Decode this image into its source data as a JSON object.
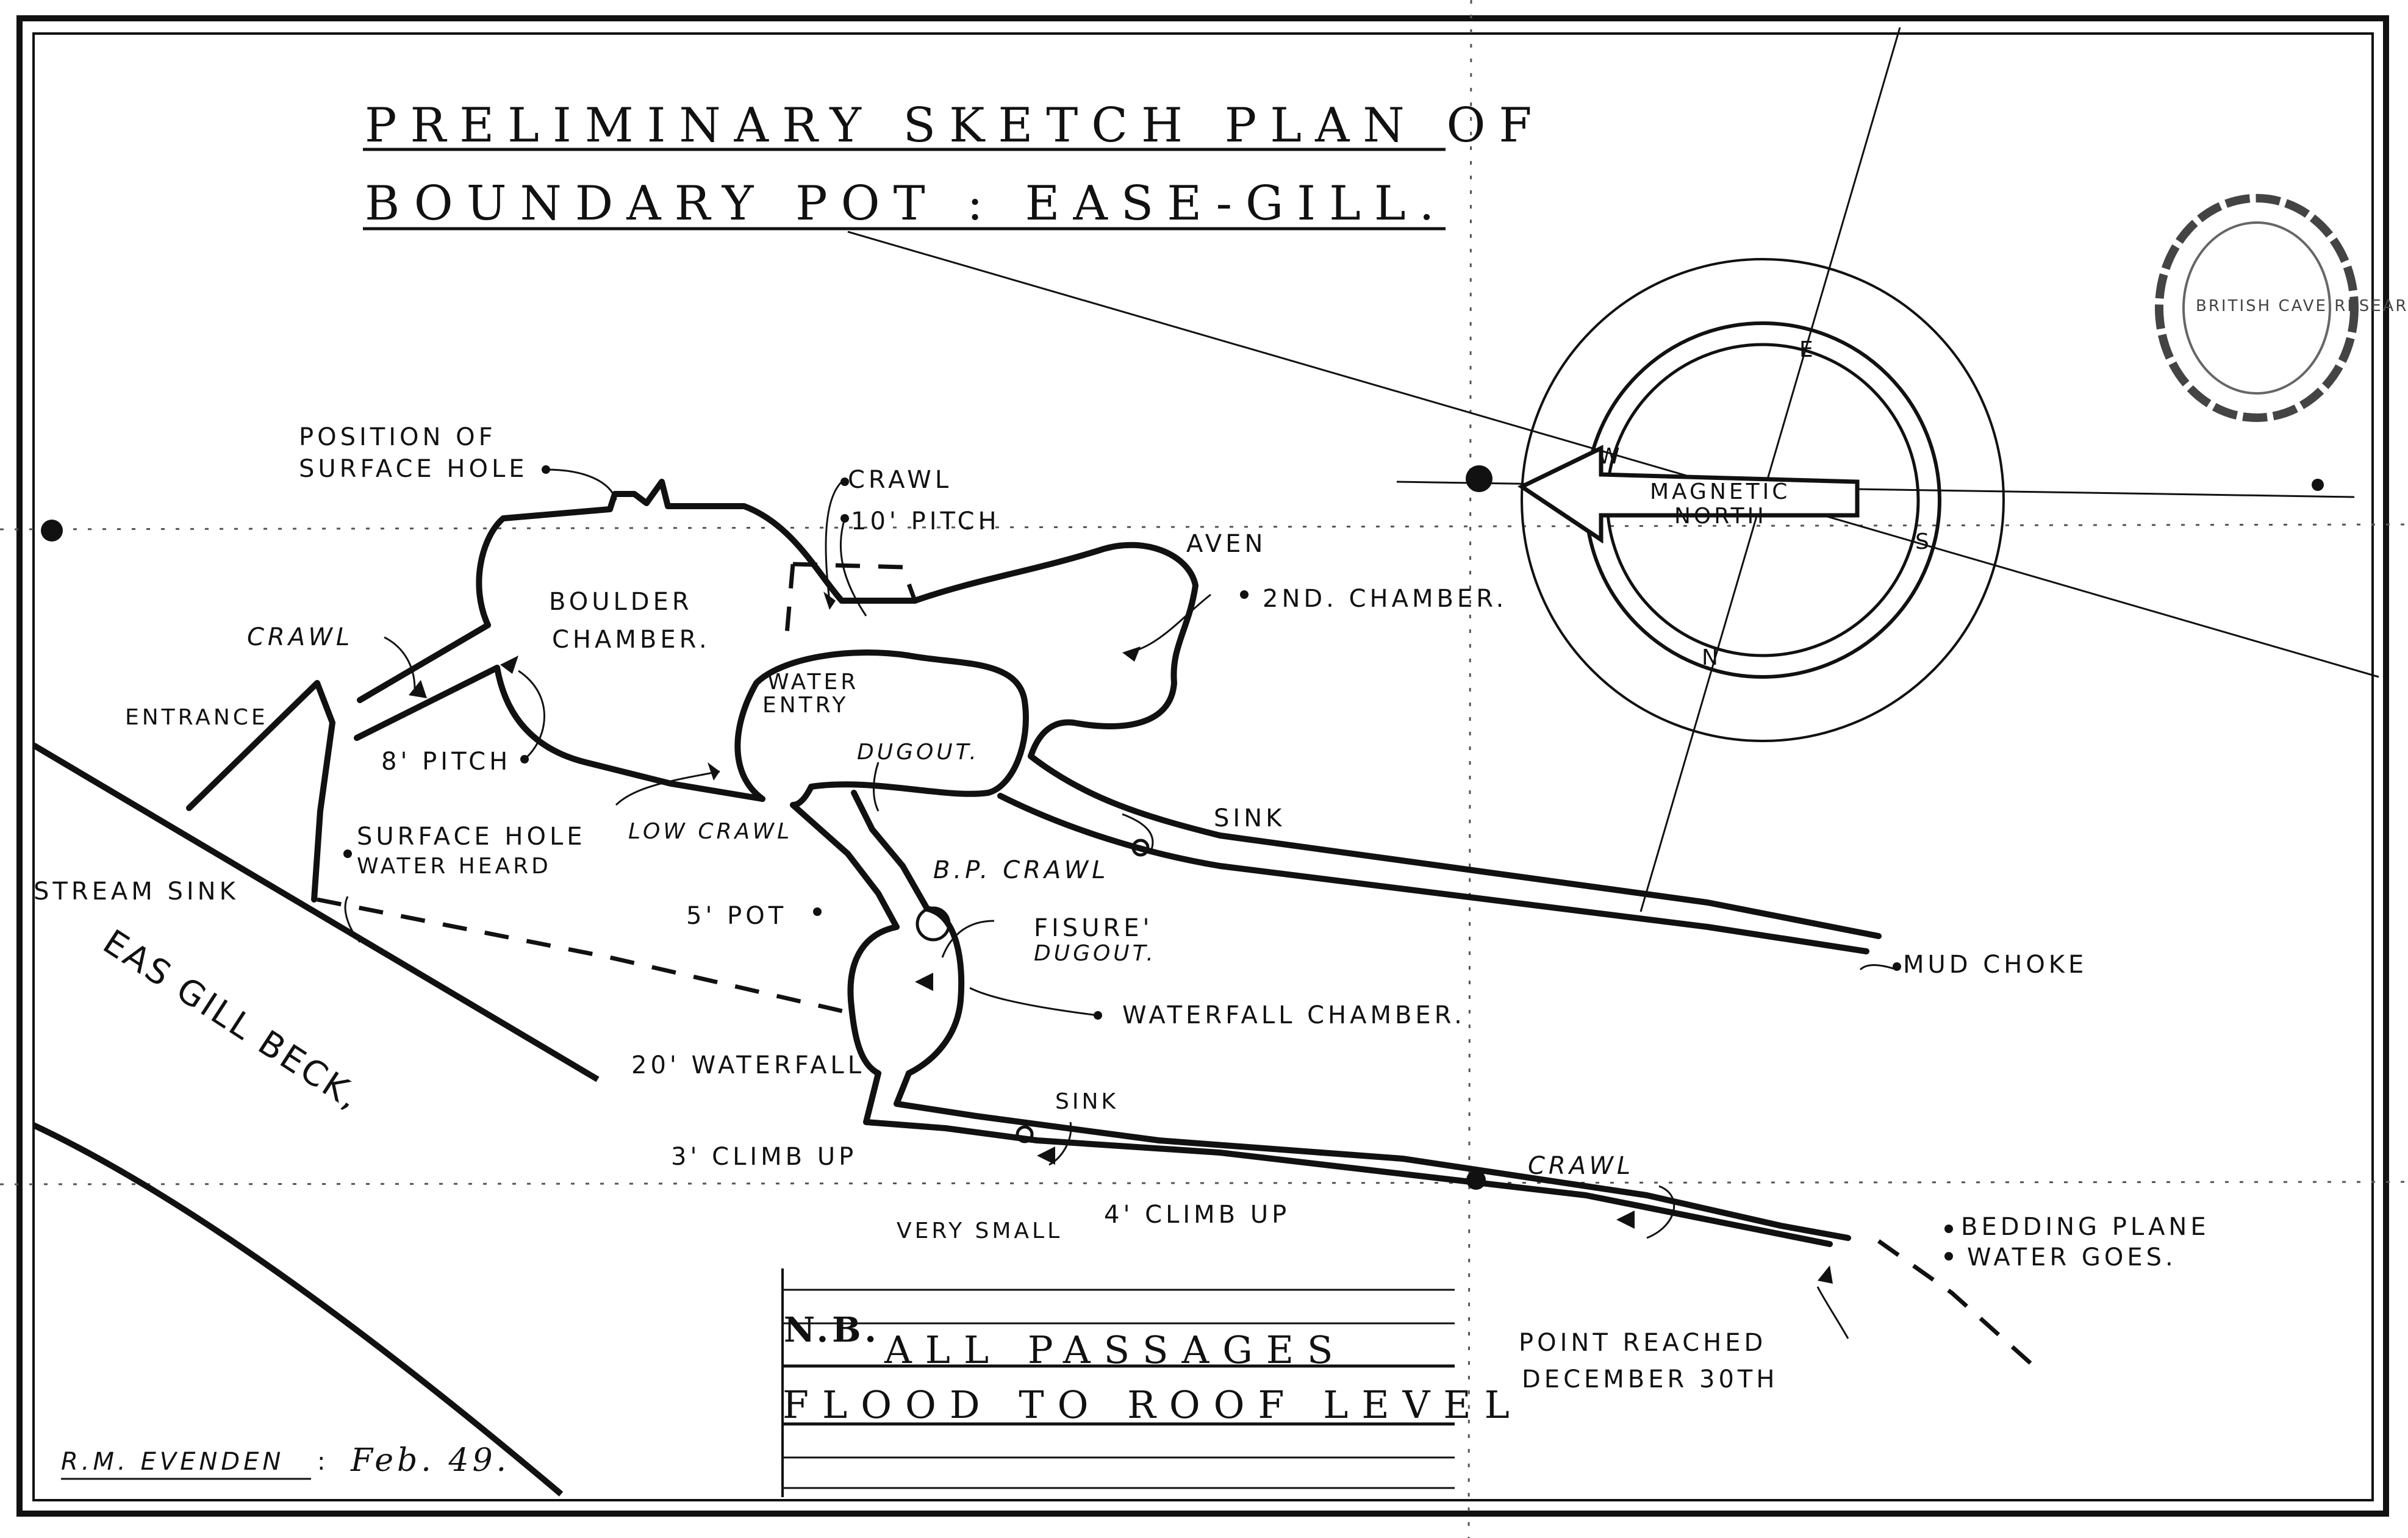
{
  "title": {
    "line1": "PRELIMINARY SKETCH PLAN OF",
    "line2": "BOUNDARY POT : EASE-GILL."
  },
  "labels": {
    "position_of": "POSITION OF",
    "surface_hole": "SURFACE HOLE",
    "crawl_top": "CRAWL",
    "ten_pitch": "10' PITCH",
    "aven": "AVEN",
    "second_chamber": "2ND. CHAMBER.",
    "boulder": "BOULDER",
    "chamber": "CHAMBER.",
    "crawl_left": "CRAWL",
    "entrance": "ENTRANCE",
    "water": "WATER",
    "entry": "ENTRY",
    "dugout": "DUGOUT.",
    "eight_pitch": "8' PITCH",
    "low_crawl": "LOW CRAWL",
    "sink_right": "SINK",
    "surface_hole2": "SURFACE HOLE",
    "water_heard": "WATER HEARD",
    "stream_sink": "STREAM SINK",
    "bp_crawl": "B.P. CRAWL",
    "five_pot": "5' POT",
    "fisure": "FISURE'",
    "dugout2": "DUGOUT.",
    "mud_choke": "MUD CHOKE",
    "waterfall_chamber": "WATERFALL CHAMBER.",
    "twenty_waterfall": "20' WATERFALL",
    "sink_lower": "SINK",
    "three_climb": "3' CLIMB UP",
    "crawl_lower": "CRAWL",
    "very_small": "VERY SMALL",
    "four_climb": "4' CLIMB UP",
    "bedding_plane": "BEDDING PLANE",
    "water_goes": "WATER GOES.",
    "point_reached": "POINT REACHED",
    "december": "DECEMBER 30TH",
    "beck": "EAS GILL BECK,"
  },
  "compass": {
    "magnetic": "MAGNETIC",
    "north": "NORTH",
    "e": "E",
    "w": "W",
    "s": "S",
    "n": "N"
  },
  "note": {
    "nb": "N.B.",
    "line1": "ALL PASSAGES",
    "line2": "FLOOD TO ROOF LEVEL"
  },
  "signature": {
    "name": "R.M. EVENDEN",
    "date": "Feb. 49."
  },
  "stamp": {
    "text": "BRITISH CAVE RESEARCH"
  }
}
